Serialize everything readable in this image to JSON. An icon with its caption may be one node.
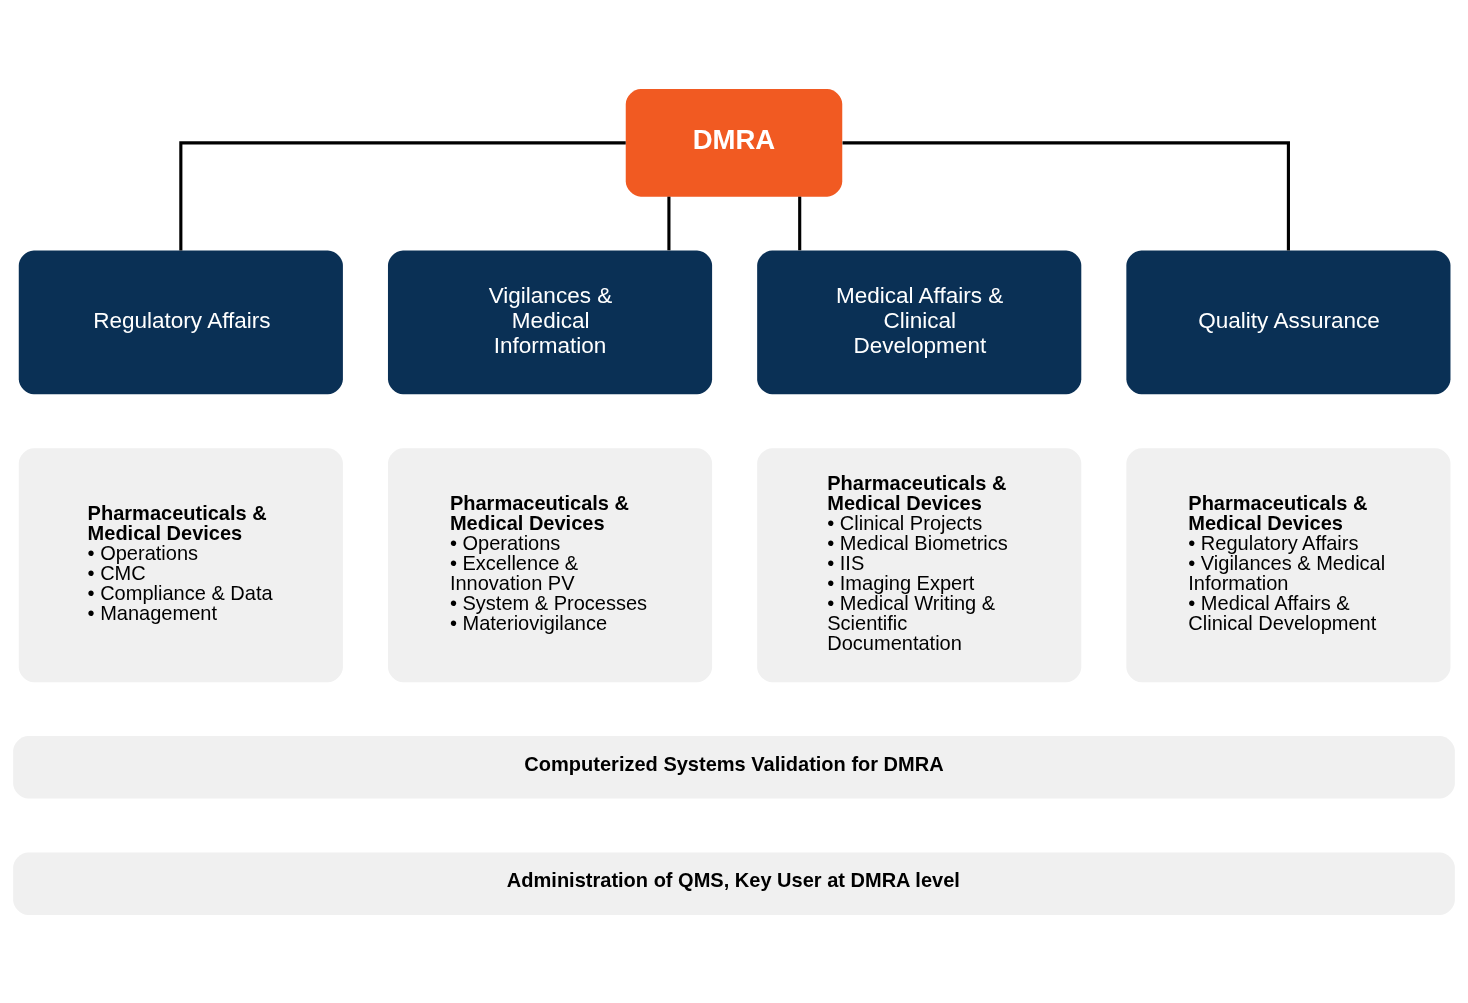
{
  "diagram": {
    "nodes": [
      {
        "text": [
          "DMRA"
        ]
      },
      {
        "text": [
          "Regulatory Affairs"
        ]
      },
      {
        "text": [
          "Vigilances & Medical Information"
        ]
      },
      {
        "text": [
          "Medical Affairs & Clinical Development"
        ]
      },
      {
        "text": [
          "Quality Assurance"
        ]
      },
      {
        "text": [
          "Pharmaceuticals & Medical Devices",
          "• Operations",
          "• CMC",
          "• Compliance & Data",
          "• Management"
        ]
      },
      {
        "text": [
          "Pharmaceuticals & Medical Devices",
          "• Operations",
          "• Excellence & Innovation PV",
          "• System & Processes",
          "• Materiovigilance"
        ]
      },
      {
        "text": [
          "Pharmaceuticals & Medical Devices",
          "• Clinical Projects",
          "• Medical Biometrics",
          "• IIS",
          "• Imaging Expert",
          "• Medical Writing & Scientific Documentation"
        ]
      },
      {
        "text": [
          "Pharmaceuticals & Medical Devices",
          "• Regulatory Affairs",
          "• Vigilances & Medical Information",
          "• Medical Affairs & Clinical Development"
        ]
      },
      {
        "text": [
          "Computerized Systems Validation for DMRA"
        ]
      },
      {
        "text": [
          "Administration of QMS, Key User at DMRA level"
        ]
      }
    ],
    "edges": [
      {
        "from": 0,
        "to": 1,
        "arrow": "none"
      },
      {
        "from": 0,
        "to": 2,
        "arrow": "none"
      },
      {
        "from": 0,
        "to": 3,
        "arrow": "none"
      },
      {
        "from": 0,
        "to": 4,
        "arrow": "none"
      }
    ]
  }
}
